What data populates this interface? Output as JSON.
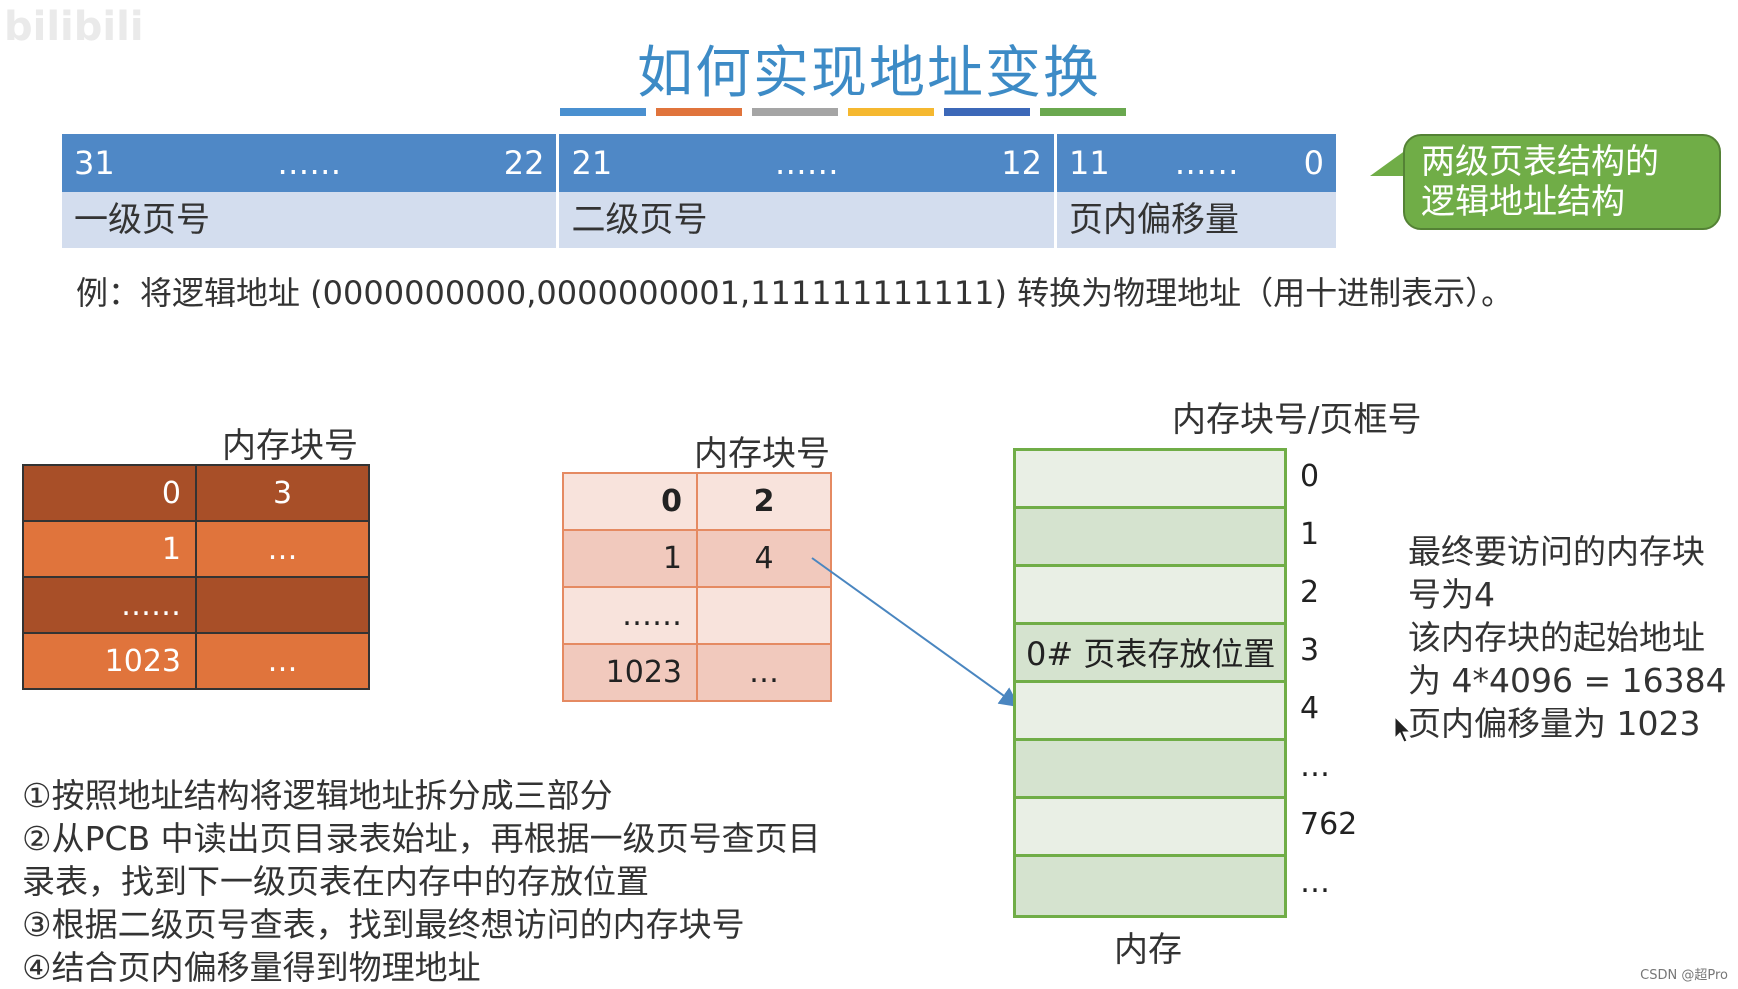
{
  "title": "如何实现地址变换",
  "color_strip": [
    "#4a90d0",
    "#e0743c",
    "#a5a5a5",
    "#f5b830",
    "#3c68b8",
    "#6aa84f"
  ],
  "address_structure": {
    "fields": [
      {
        "high_bit": "31",
        "dots": "……",
        "low_bit": "22",
        "name": "一级页号"
      },
      {
        "high_bit": "21",
        "dots": "……",
        "low_bit": "12",
        "name": "二级页号"
      },
      {
        "high_bit": "11",
        "dots": "……",
        "low_bit": "0",
        "name": "页内偏移量"
      }
    ]
  },
  "callout": {
    "line1": "两级页表结构的",
    "line2": "逻辑地址结构"
  },
  "example": "例：将逻辑地址 (0000000000,0000000001,111111111111) 转换为物理地址（用十进制表示）。",
  "table1": {
    "caption": "内存块号",
    "rows": [
      [
        "0",
        "3"
      ],
      [
        "1",
        "…"
      ],
      [
        "……",
        ""
      ],
      [
        "1023",
        "…"
      ]
    ]
  },
  "table2": {
    "caption": "内存块号",
    "rows": [
      [
        "0",
        "2"
      ],
      [
        "1",
        "4"
      ],
      [
        "……",
        ""
      ],
      [
        "1023",
        "…"
      ]
    ]
  },
  "memory": {
    "caption": "内存块号/页框号",
    "footer": "内存",
    "blocks": [
      "",
      "",
      "",
      "0# 页表存放位置",
      "",
      "",
      "",
      ""
    ],
    "frame_labels": [
      "0",
      "1",
      "2",
      "3",
      "4",
      "…",
      "762",
      "…"
    ]
  },
  "result_lines": [
    "最终要访问的内存块",
    "号为4",
    "该内存块的起始地址",
    "为 4*4096 = 16384",
    "页内偏移量为 1023"
  ],
  "steps": [
    "①按照地址结构将逻辑地址拆分成三部分",
    "②从PCB 中读出页目录表始址，再根据一级页号查页目",
    "录表，找到下一级页表在内存中的存放位置",
    "③根据二级页号查表，找到最终想访问的内存块号",
    "④结合页内偏移量得到物理地址"
  ],
  "watermark": "bilibili",
  "credit": "CSDN @超Pro"
}
